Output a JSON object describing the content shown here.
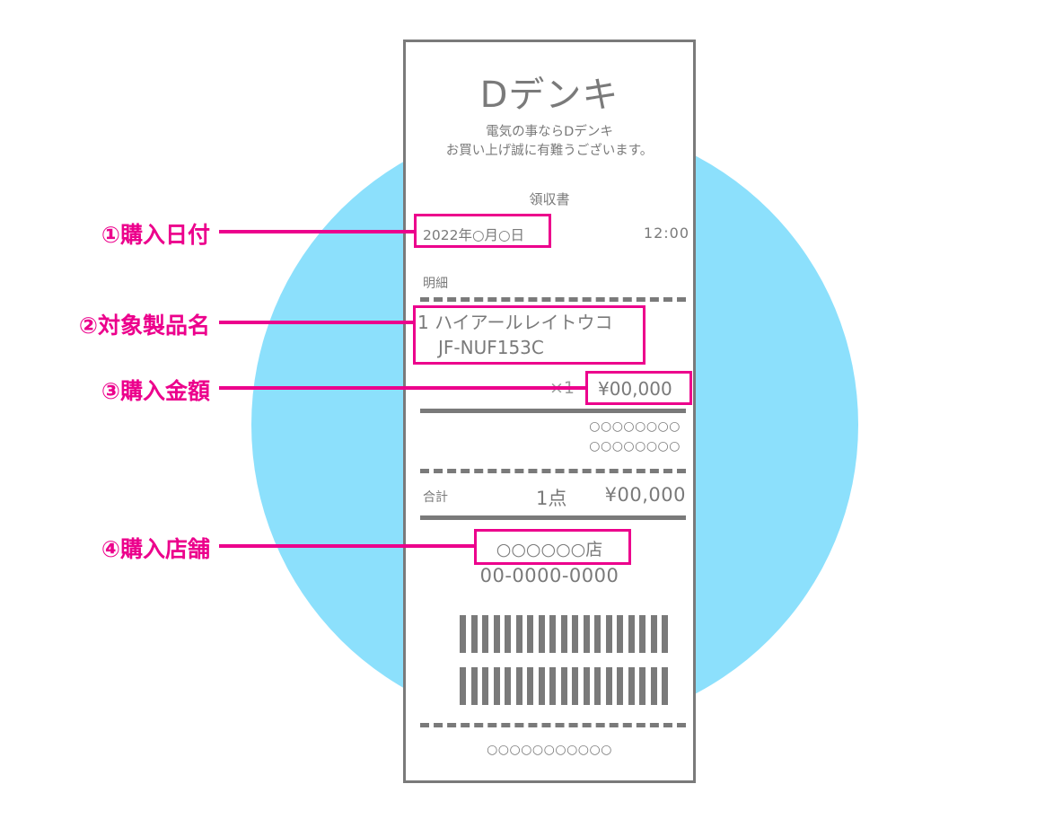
{
  "receipt": {
    "shop_name": "Dデンキ",
    "tagline_1": "電気の事ならDデンキ",
    "tagline_2": "お買い上げ誠に有難うございます。",
    "doc_title": "領収書",
    "date": "2022年○月○日",
    "time": "12:00",
    "details_label": "明細",
    "item_name": "1 ハイアールレイトウコ",
    "item_code": "JF-NUF153C",
    "qty": "×1",
    "unit_price": "¥00,000",
    "marks_1": "○○○○○○○○",
    "marks_2": "○○○○○○○○",
    "total_label": "合計",
    "total_count": "1点",
    "total_amount": "¥00,000",
    "store": "○○○○○○店",
    "phone": "00-0000-0000",
    "footer": "○○○○○○○○○○○"
  },
  "callouts": [
    {
      "label": "①購入日付"
    },
    {
      "label": "②対象製品名"
    },
    {
      "label": "③購入金額"
    },
    {
      "label": "④購入店舗"
    }
  ],
  "colors": {
    "highlight": "#ec008c",
    "background_circle": "#8ce0fc",
    "receipt_text": "#7a7a7a"
  }
}
